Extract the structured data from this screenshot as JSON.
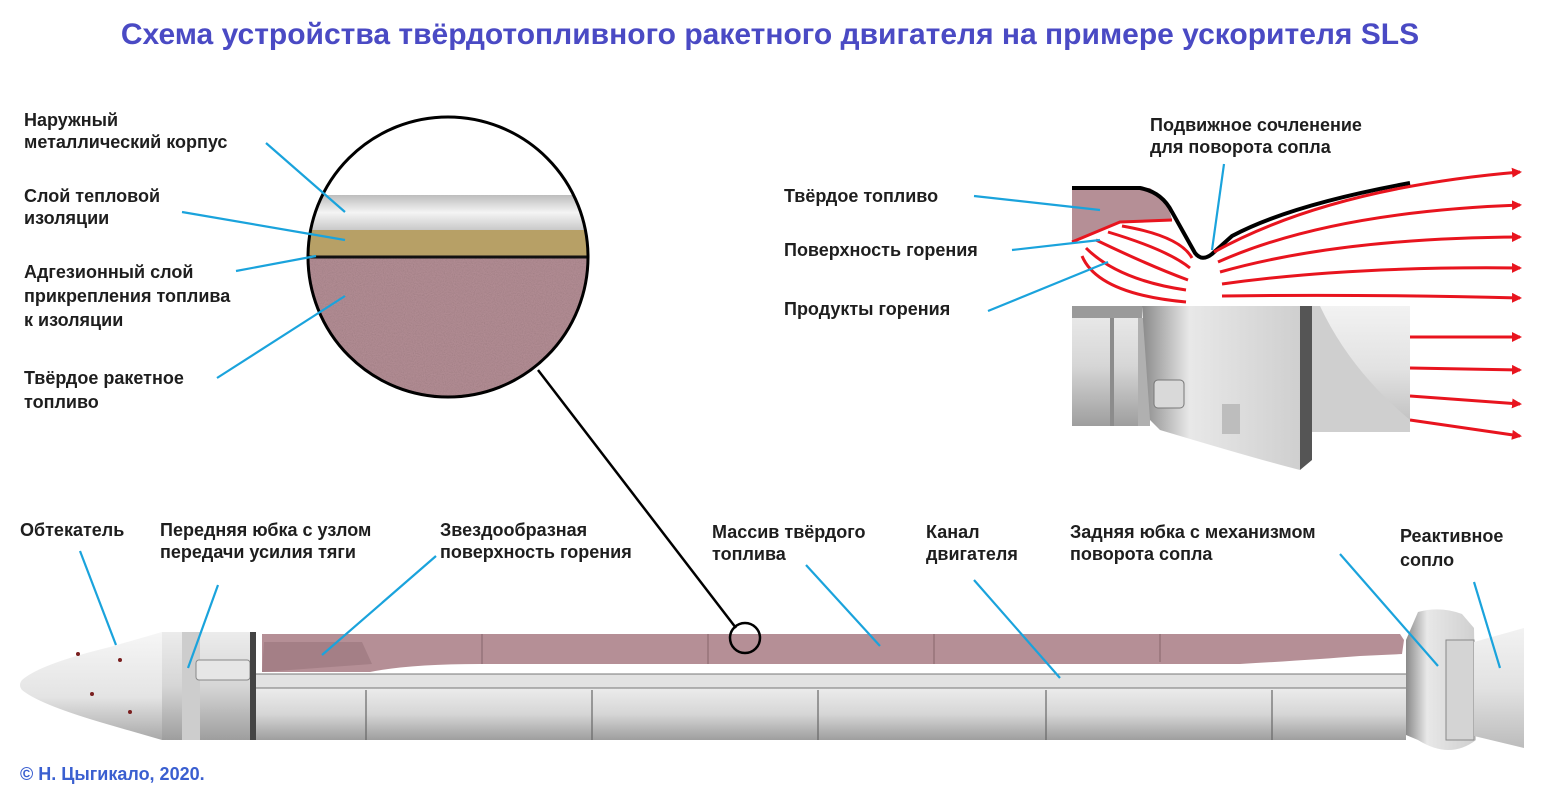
{
  "title": "Схема устройства твёрдотопливного ракетного двигателя на примере ускорителя SLS",
  "copyright": "© Н. Цыгикало, 2020.",
  "cross_section_labels": {
    "outer_case": [
      "Наружный",
      "металлический корпус"
    ],
    "thermal_insulation": [
      "Слой тепловой",
      "изоляции"
    ],
    "adhesive_layer": [
      "Адгезионный слой",
      "прикрепления топлива",
      "к изоляции"
    ],
    "solid_propellant": [
      "Твёрдое ракетное",
      "топливо"
    ]
  },
  "nozzle_labels": {
    "flex_joint": [
      "Подвижное сочленение",
      "для поворота сопла"
    ],
    "solid_fuel": "Твёрдое топливо",
    "burning_surface": "Поверхность горения",
    "combustion_products": "Продукты горения"
  },
  "booster_labels": {
    "nose_cone": "Обтекатель",
    "forward_skirt": [
      "Передняя юбка с узлом",
      "передачи усилия тяги"
    ],
    "star_surface": [
      "Звездообразная",
      "поверхность горения"
    ],
    "propellant_mass": [
      "Массив твёрдого",
      "топлива"
    ],
    "motor_channel": [
      "Канал",
      "двигателя"
    ],
    "aft_skirt": [
      "Задняя юбка с механизмом",
      "поворота сопла"
    ],
    "nozzle": [
      "Реактивное",
      "сопло"
    ]
  },
  "colors": {
    "title": "#4a4ac4",
    "leader_lines": "#1aa3dc",
    "flow_arrows": "#e8141e",
    "propellant": "#b58f96",
    "insulation": "#b7a066",
    "metal": "#d8d8d8"
  }
}
